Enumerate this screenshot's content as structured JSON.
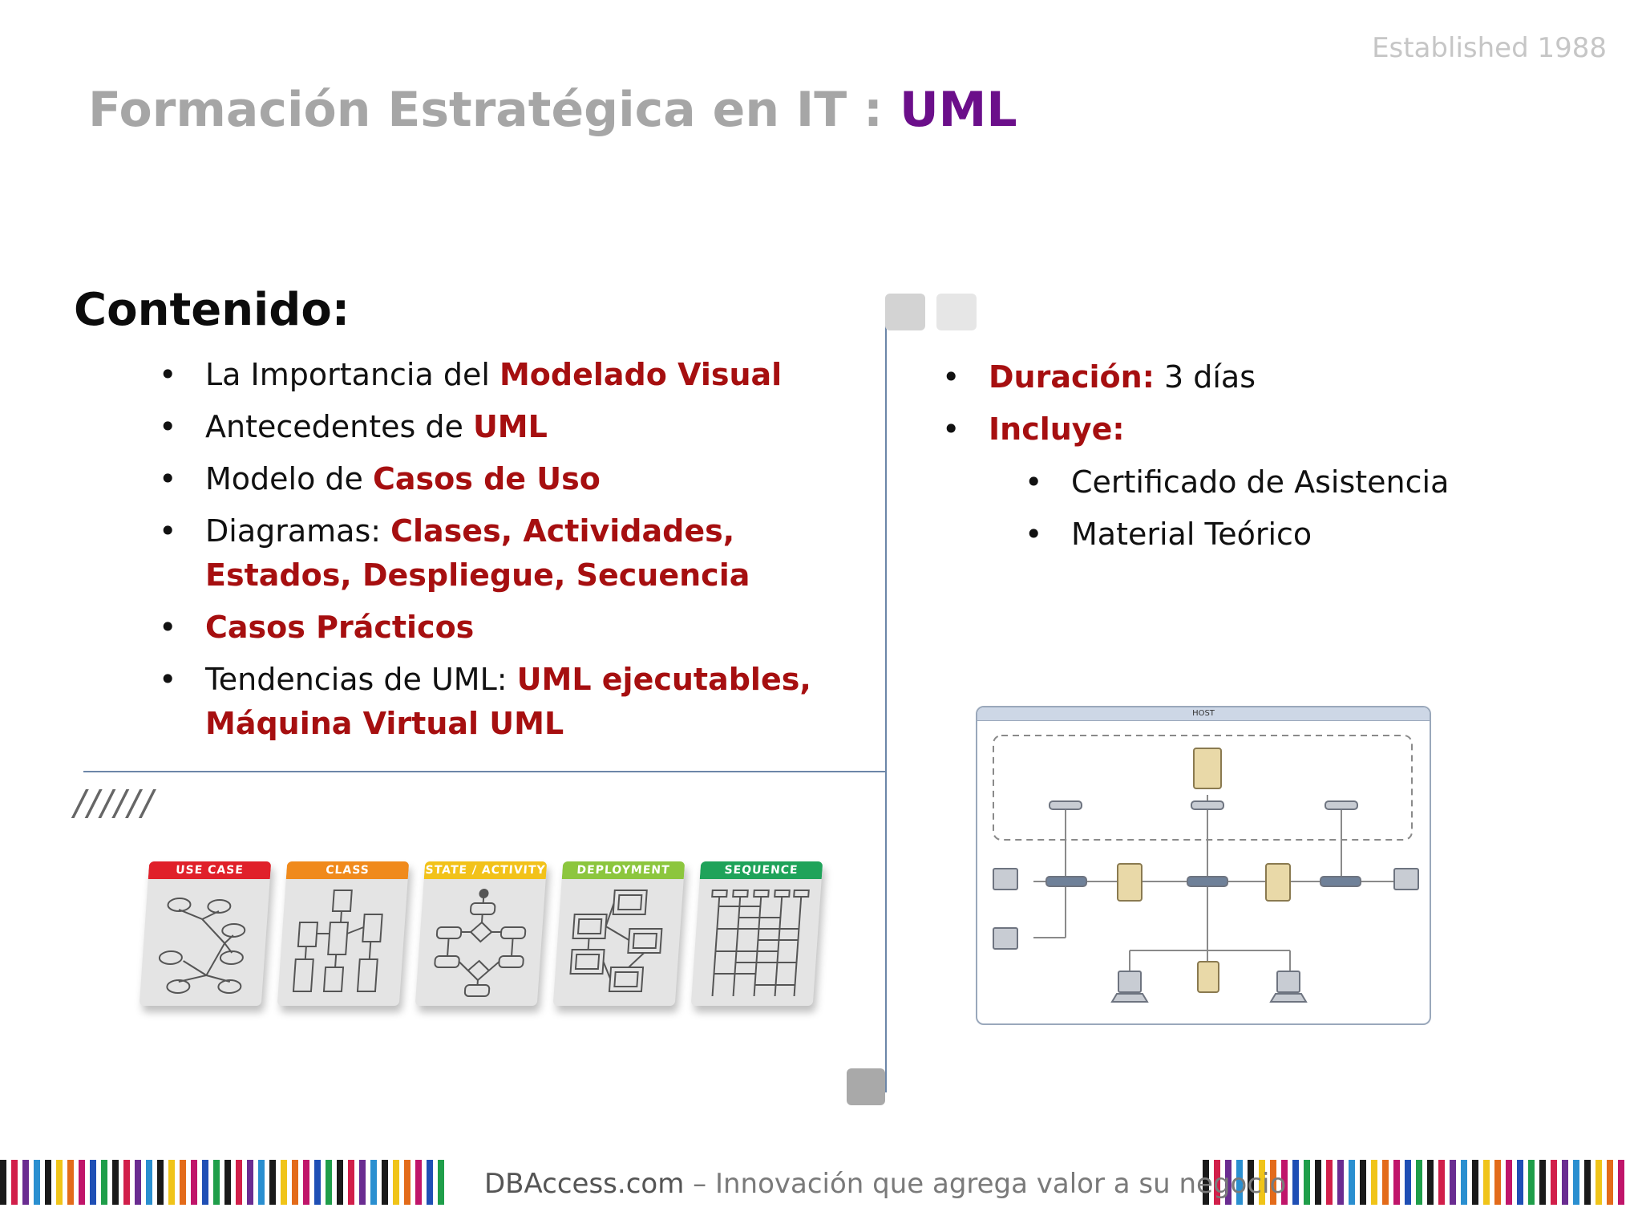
{
  "header": {
    "established": "Established 1988",
    "title_prefix": "Formación Estratégica en IT :",
    "title_highlight": "UML"
  },
  "content": {
    "heading": "Contenido:",
    "items": [
      {
        "plain": "La Importancia del ",
        "highlight": "Modelado Visual"
      },
      {
        "plain": "Antecedentes de ",
        "highlight": "UML"
      },
      {
        "plain": "Modelo de ",
        "highlight": "Casos de Uso"
      },
      {
        "plain": "Diagramas: ",
        "highlight": "Clases, Actividades, Estados, Despliegue, Secuencia"
      },
      {
        "plain": "",
        "highlight": "Casos Prácticos"
      },
      {
        "plain": "Tendencias de UML: ",
        "highlight": "UML ejecutables, Máquina Virtual UML"
      }
    ],
    "slashes": "//////"
  },
  "details": {
    "duration_label": "Duración:",
    "duration_value": " 3 días",
    "includes_label": "Incluye:",
    "includes": [
      "Certificado de Asistencia",
      "Material Teórico"
    ]
  },
  "uml_cards": [
    {
      "label": "USE CASE",
      "color": "#e0202a"
    },
    {
      "label": "CLASS",
      "color": "#f08a1c"
    },
    {
      "label": "STATE / ACTIVITY",
      "color": "#f2c21a"
    },
    {
      "label": "DEPLOYMENT",
      "color": "#8cc63e"
    },
    {
      "label": "SEQUENCE",
      "color": "#1fa35a"
    }
  ],
  "network": {
    "host_label": "HOST"
  },
  "footer": {
    "brand": "DBAccess.com",
    "tagline": " – Innovación que agrega  valor a  su negocio"
  },
  "colors": {
    "accent_red": "#a60f10",
    "accent_purple": "#6b0f8a",
    "title_gray": "#a6a6a6"
  }
}
